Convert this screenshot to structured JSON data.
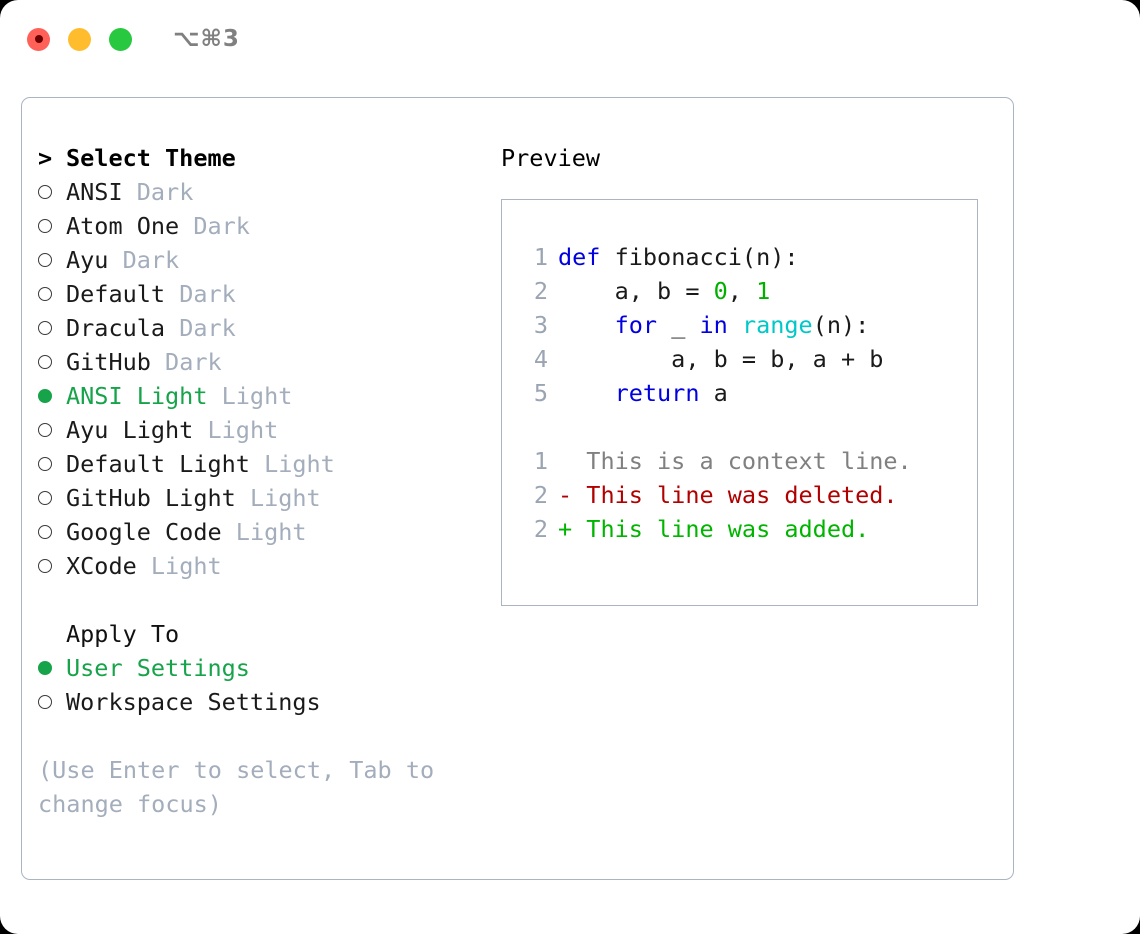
{
  "titlebar": {
    "title": "⌥⌘3",
    "buttons": [
      {
        "name": "close-button",
        "color": "#ff6159"
      },
      {
        "name": "minimize-button",
        "color": "#ffbd2e"
      },
      {
        "name": "maximize-button",
        "color": "#28c840"
      }
    ]
  },
  "colors": {
    "accent_green": "#16a34a",
    "tag_gray": "#a3adbb",
    "border": "#aab4c2",
    "keyword_blue": "#0000e0",
    "number_green": "#00b000",
    "function_cyan": "#00c8c8",
    "diff_delete": "#b00000",
    "diff_add": "#00b400",
    "line_number": "#9aa4b2"
  },
  "theme_list": {
    "heading_marker": ">",
    "heading": "Select Theme",
    "items": [
      {
        "marker": "○",
        "selected": false,
        "label": "ANSI",
        "tag": "Dark"
      },
      {
        "marker": "○",
        "selected": false,
        "label": "Atom One",
        "tag": "Dark"
      },
      {
        "marker": "○",
        "selected": false,
        "label": "Ayu",
        "tag": "Dark"
      },
      {
        "marker": "○",
        "selected": false,
        "label": "Default",
        "tag": "Dark"
      },
      {
        "marker": "○",
        "selected": false,
        "label": "Dracula",
        "tag": "Dark"
      },
      {
        "marker": "○",
        "selected": false,
        "label": "GitHub",
        "tag": "Dark"
      },
      {
        "marker": "●",
        "selected": true,
        "label": "ANSI Light",
        "tag": "Light"
      },
      {
        "marker": "○",
        "selected": false,
        "label": "Ayu Light",
        "tag": "Light"
      },
      {
        "marker": "○",
        "selected": false,
        "label": "Default Light",
        "tag": "Light"
      },
      {
        "marker": "○",
        "selected": false,
        "label": "GitHub Light",
        "tag": "Light"
      },
      {
        "marker": "○",
        "selected": false,
        "label": "Google Code",
        "tag": "Light"
      },
      {
        "marker": "○",
        "selected": false,
        "label": "XCode",
        "tag": "Light"
      }
    ]
  },
  "apply_to": {
    "heading": "Apply To",
    "options": [
      {
        "marker": "●",
        "selected": true,
        "label": "User Settings"
      },
      {
        "marker": "○",
        "selected": false,
        "label": "Workspace Settings"
      }
    ]
  },
  "hint": {
    "line1": "(Use Enter to select, Tab to",
    "line2": "change focus)"
  },
  "preview": {
    "title": "Preview",
    "code_lines": [
      {
        "n": "1",
        "tokens": [
          {
            "t": "def",
            "c": "kw"
          },
          {
            "t": " fibonacci(n):",
            "c": "pl"
          }
        ]
      },
      {
        "n": "2",
        "tokens": [
          {
            "t": "    a, b = ",
            "c": "pl"
          },
          {
            "t": "0",
            "c": "num"
          },
          {
            "t": ", ",
            "c": "pl"
          },
          {
            "t": "1",
            "c": "num"
          }
        ]
      },
      {
        "n": "3",
        "tokens": [
          {
            "t": "    ",
            "c": "pl"
          },
          {
            "t": "for",
            "c": "kw"
          },
          {
            "t": " _ ",
            "c": "pl"
          },
          {
            "t": "in",
            "c": "kw"
          },
          {
            "t": " ",
            "c": "pl"
          },
          {
            "t": "range",
            "c": "fn"
          },
          {
            "t": "(n):",
            "c": "pl"
          }
        ]
      },
      {
        "n": "4",
        "tokens": [
          {
            "t": "        a, b = b, a + b",
            "c": "pl"
          }
        ]
      },
      {
        "n": "5",
        "tokens": [
          {
            "t": "    ",
            "c": "pl"
          },
          {
            "t": "return",
            "c": "kw"
          },
          {
            "t": " a",
            "c": "pl"
          }
        ]
      }
    ],
    "diff_lines": [
      {
        "n": "1",
        "text": "  This is a context line.",
        "c": "ctx"
      },
      {
        "n": "2",
        "text": "- This line was deleted.",
        "c": "del"
      },
      {
        "n": "2",
        "text": "+ This line was added.",
        "c": "add"
      }
    ]
  }
}
